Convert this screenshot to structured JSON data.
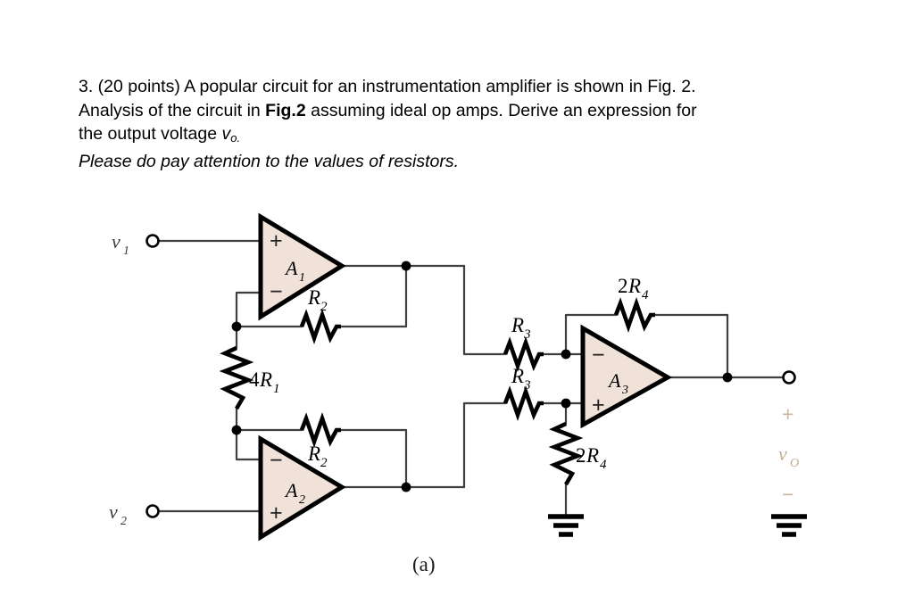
{
  "problem": {
    "line1_a": "3. (20 points) A popular circuit for an instrumentation amplifier is shown in Fig. 2.",
    "line2_a": "Analysis of the circuit in ",
    "line2_bold": "Fig.2",
    "line2_b": " assuming ideal op amps. Derive an expression for",
    "line3_a": "the output voltage ",
    "line3_var": "v",
    "line3_sub": "o.",
    "line4": "Please do pay attention to the values of resistors."
  },
  "figure": {
    "caption": "(a)",
    "inputs": [
      {
        "name": "input-terminal-v1",
        "label": "v",
        "sub": "1"
      },
      {
        "name": "input-terminal-v2",
        "label": "v",
        "sub": "2"
      }
    ],
    "opamps": [
      {
        "name": "opamp-a1",
        "label": "A",
        "sub": "1",
        "top_sign": "+",
        "bottom_sign": "−"
      },
      {
        "name": "opamp-a2",
        "label": "A",
        "sub": "2",
        "top_sign": "−",
        "bottom_sign": "+"
      },
      {
        "name": "opamp-a3",
        "label": "A",
        "sub": "3",
        "top_sign": "−",
        "bottom_sign": "+"
      }
    ],
    "resistors": [
      {
        "name": "resistor-r2-top",
        "prefix": "",
        "label": "R",
        "sub": "2",
        "orientation": "horizontal"
      },
      {
        "name": "resistor-r2-bottom",
        "prefix": "",
        "label": "R",
        "sub": "2",
        "orientation": "horizontal"
      },
      {
        "name": "resistor-4r1",
        "prefix": "4",
        "label": "R",
        "sub": "1",
        "orientation": "vertical"
      },
      {
        "name": "resistor-r3-top",
        "prefix": "",
        "label": "R",
        "sub": "3",
        "orientation": "horizontal"
      },
      {
        "name": "resistor-r3-bottom",
        "prefix": "",
        "label": "R",
        "sub": "3",
        "orientation": "horizontal"
      },
      {
        "name": "resistor-2r4-feedback",
        "prefix": "2",
        "label": "R",
        "sub": "4",
        "orientation": "horizontal"
      },
      {
        "name": "resistor-2r4-ground",
        "prefix": "2",
        "label": "R",
        "sub": "4",
        "orientation": "vertical"
      }
    ],
    "output": {
      "plus": "+",
      "minus": "−",
      "label": "v",
      "sub": "O"
    }
  },
  "colors": {
    "opamp_fill": "#f0e2d8",
    "wire": "#3f3f3f",
    "outline": "#000000",
    "output_label": "#c0ad92",
    "background": "#ffffff"
  }
}
